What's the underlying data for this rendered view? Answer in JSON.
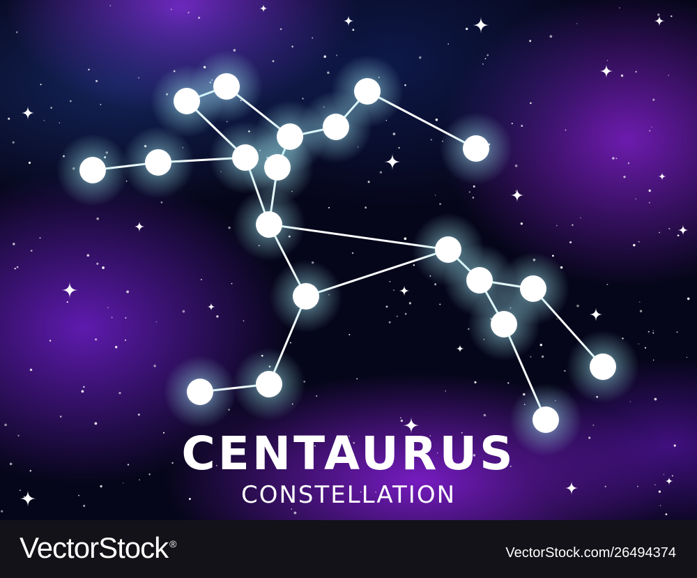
{
  "title": "CENTAURUS",
  "subtitle": "CONSTELLATION",
  "footer": {
    "logo_text": "VectorStock",
    "logo_mark": "®",
    "credit": "VectorStock.com/26494374"
  },
  "colors": {
    "background_dark": "#06061a",
    "nebula_purple": "#7a1fd0",
    "nebula_blue": "#1e3c8c",
    "star_glow": "#9fe6f0",
    "star_core": "#ffffff",
    "footer_bg": "#121218"
  }
}
